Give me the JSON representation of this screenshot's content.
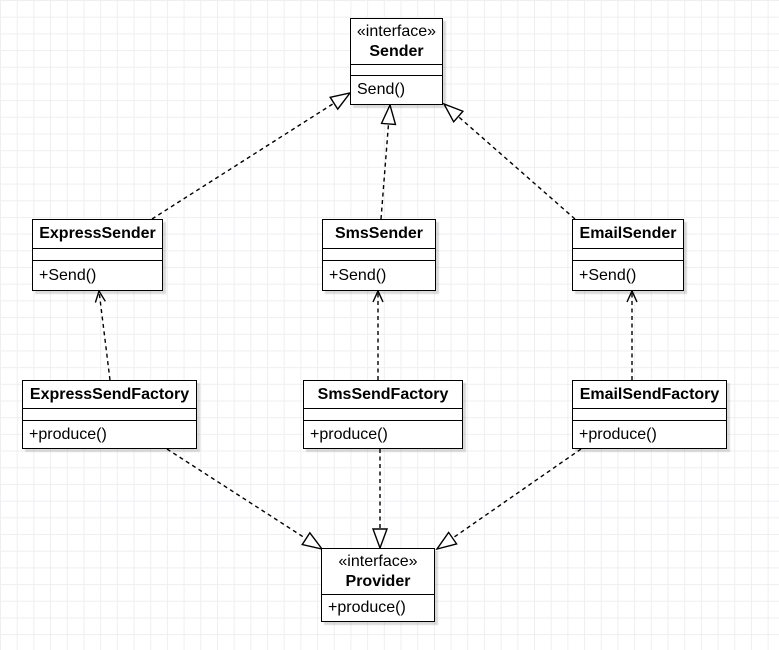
{
  "colors": {
    "stroke": "#000000",
    "node_fill": "#ffffff",
    "grid_line": "#efeef3",
    "canvas_background": "#ffffff"
  },
  "nodes": [
    {
      "id": "sender",
      "stereotype": "«interface»",
      "name": "Sender",
      "methods": [
        "Send()"
      ]
    },
    {
      "id": "express-sender",
      "name": "ExpressSender",
      "methods": [
        "+Send()"
      ]
    },
    {
      "id": "sms-sender",
      "name": "SmsSender",
      "methods": [
        "+Send()"
      ]
    },
    {
      "id": "email-sender",
      "name": "EmailSender",
      "methods": [
        "+Send()"
      ]
    },
    {
      "id": "express-send-factory",
      "name": "ExpressSendFactory",
      "methods": [
        "+produce()"
      ]
    },
    {
      "id": "sms-send-factory",
      "name": "SmsSendFactory",
      "methods": [
        "+produce()"
      ]
    },
    {
      "id": "email-send-factory",
      "name": "EmailSendFactory",
      "methods": [
        "+produce()"
      ]
    },
    {
      "id": "provider",
      "stereotype": "«interface»",
      "name": "Provider",
      "methods": [
        "+produce()"
      ]
    }
  ],
  "edges": [
    {
      "from": "express-sender",
      "to": "sender",
      "type": "realization"
    },
    {
      "from": "sms-sender",
      "to": "sender",
      "type": "realization"
    },
    {
      "from": "email-sender",
      "to": "sender",
      "type": "realization"
    },
    {
      "from": "express-send-factory",
      "to": "express-sender",
      "type": "dependency"
    },
    {
      "from": "sms-send-factory",
      "to": "sms-sender",
      "type": "dependency"
    },
    {
      "from": "email-send-factory",
      "to": "email-sender",
      "type": "dependency"
    },
    {
      "from": "express-send-factory",
      "to": "provider",
      "type": "realization"
    },
    {
      "from": "sms-send-factory",
      "to": "provider",
      "type": "realization"
    },
    {
      "from": "email-send-factory",
      "to": "provider",
      "type": "realization"
    }
  ]
}
